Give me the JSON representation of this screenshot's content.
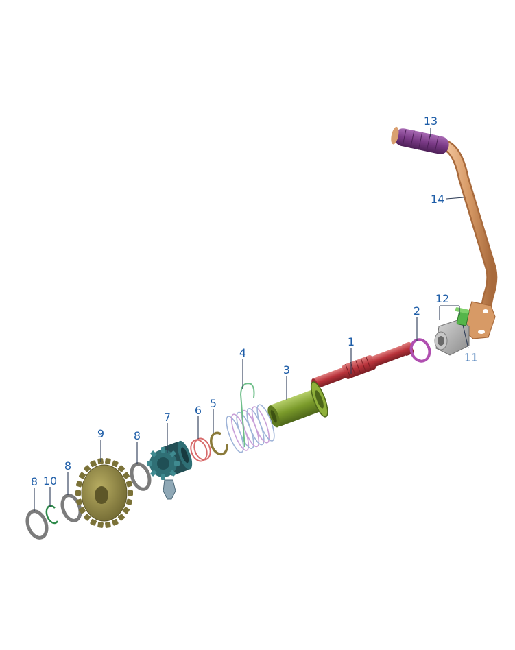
{
  "callouts": [
    {
      "id": "c1",
      "label": "1"
    },
    {
      "id": "c2",
      "label": "2"
    },
    {
      "id": "c3",
      "label": "3"
    },
    {
      "id": "c4",
      "label": "4"
    },
    {
      "id": "c5",
      "label": "5"
    },
    {
      "id": "c6",
      "label": "6"
    },
    {
      "id": "c7",
      "label": "7"
    },
    {
      "id": "c8a",
      "label": "8"
    },
    {
      "id": "c8b",
      "label": "8"
    },
    {
      "id": "c8c",
      "label": "8"
    },
    {
      "id": "c9",
      "label": "9"
    },
    {
      "id": "c10",
      "label": "10"
    },
    {
      "id": "c11",
      "label": "11"
    },
    {
      "id": "c12",
      "label": "12"
    },
    {
      "id": "c13",
      "label": "13"
    },
    {
      "id": "c14",
      "label": "14"
    }
  ],
  "colors": {
    "label": "#1f5ea8",
    "shaft": "#b8323a",
    "sleeve": "#7a9a2a",
    "spring": "#9fb4d8",
    "gear": "#8a8040",
    "ratchet": "#2f6f75",
    "washer": "#7c7c7c",
    "ring_purple": "#b04fb0",
    "ring_red": "#d86a6a",
    "circlip_green": "#2e8a4a",
    "pedal_grip": "#7a3a86",
    "lever": "#d79a66",
    "clamp": "#9a9a9a",
    "bolt": "#55b54a"
  }
}
